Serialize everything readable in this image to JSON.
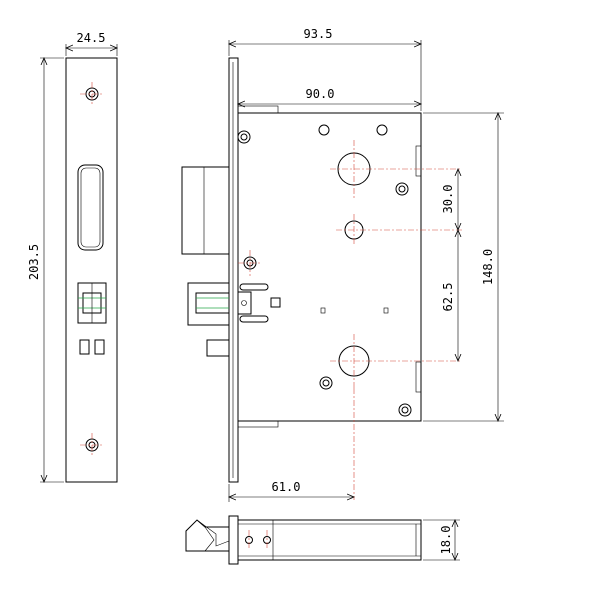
{
  "dimensions": {
    "faceplate_width": "24.5",
    "faceplate_height": "203.5",
    "overall_depth": "93.5",
    "case_depth": "90.0",
    "handle_to_cylinder": "30.0",
    "cylinder_to_lower": "62.5",
    "case_height": "148.0",
    "backset": "61.0",
    "case_thickness": "18.0"
  },
  "colors": {
    "line": "#000000",
    "centerline": "#d24a3a",
    "latch_highlight": "#27a84a"
  }
}
